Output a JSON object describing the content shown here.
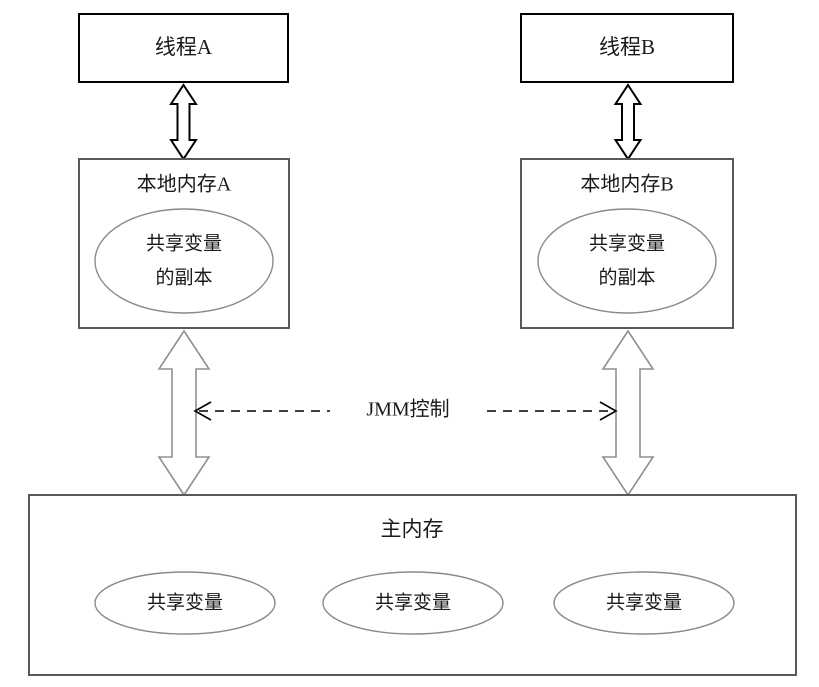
{
  "diagram": {
    "title_semantic": "java-memory-model-jmm-diagram",
    "colors": {
      "box_border_black": "#000000",
      "box_border_gray": "#595959",
      "ellipse_border": "#8a8a8a",
      "arrow_black": "#000000",
      "arrow_gray": "#909090",
      "background": "#ffffff",
      "text": "#1a1a1a"
    },
    "threads": [
      {
        "id": "A",
        "label": "线程A"
      },
      {
        "id": "B",
        "label": "线程B"
      }
    ],
    "local_memories": [
      {
        "id": "A",
        "label": "本地内存A",
        "copy_line1": "共享变量",
        "copy_line2": "的副本"
      },
      {
        "id": "B",
        "label": "本地内存B",
        "copy_line1": "共享变量",
        "copy_line2": "的副本"
      }
    ],
    "control_label": "JMM控制",
    "main_memory": {
      "label": "主内存",
      "variables": [
        {
          "label": "共享变量"
        },
        {
          "label": "共享变量"
        },
        {
          "label": "共享变量"
        }
      ]
    }
  }
}
